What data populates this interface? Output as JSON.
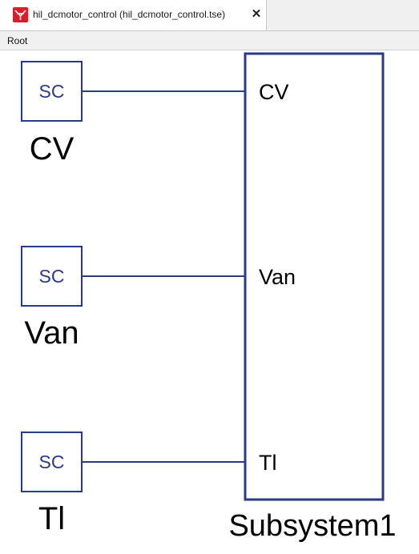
{
  "tab": {
    "title": "hil_dcmotor_control (hil_dcmotor_control.tse)",
    "close_glyph": "✕",
    "icon": "typhoon-logo-icon"
  },
  "breadcrumb": {
    "path": "Root"
  },
  "diagram": {
    "sources": [
      {
        "type_label": "SC",
        "name": "CV"
      },
      {
        "type_label": "SC",
        "name": "Van"
      },
      {
        "type_label": "SC",
        "name": "Tl"
      }
    ],
    "subsystem": {
      "name": "Subsystem1",
      "ports": [
        "CV",
        "Van",
        "Tl"
      ]
    },
    "colors": {
      "block_stroke": "#2b3a86",
      "wire": "#2b3a86",
      "accent_red": "#d4202a"
    }
  }
}
